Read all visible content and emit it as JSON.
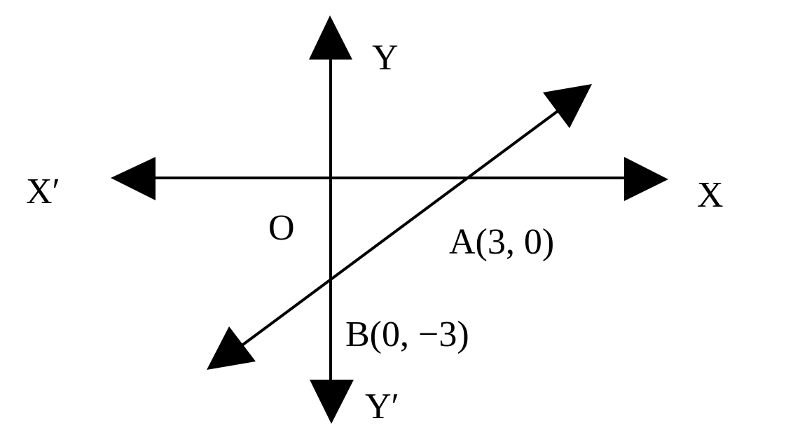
{
  "diagram": {
    "type": "coordinate-axes-with-line",
    "background": "#ffffff",
    "stroke_color": "#000000",
    "origin": {
      "label": "O",
      "px": [
        472,
        254
      ]
    },
    "axes": {
      "x_positive_label": "X",
      "x_negative_label": "X′",
      "y_positive_label": "Y",
      "y_negative_label": "Y′"
    },
    "points": [
      {
        "name": "A",
        "label": "A(3, 0)",
        "coords": [
          3,
          0
        ]
      },
      {
        "name": "B",
        "label": "B(0, −3)",
        "coords": [
          0,
          -3
        ]
      }
    ],
    "line": {
      "through": [
        "A",
        "B"
      ],
      "arrows": "both-ends"
    }
  }
}
